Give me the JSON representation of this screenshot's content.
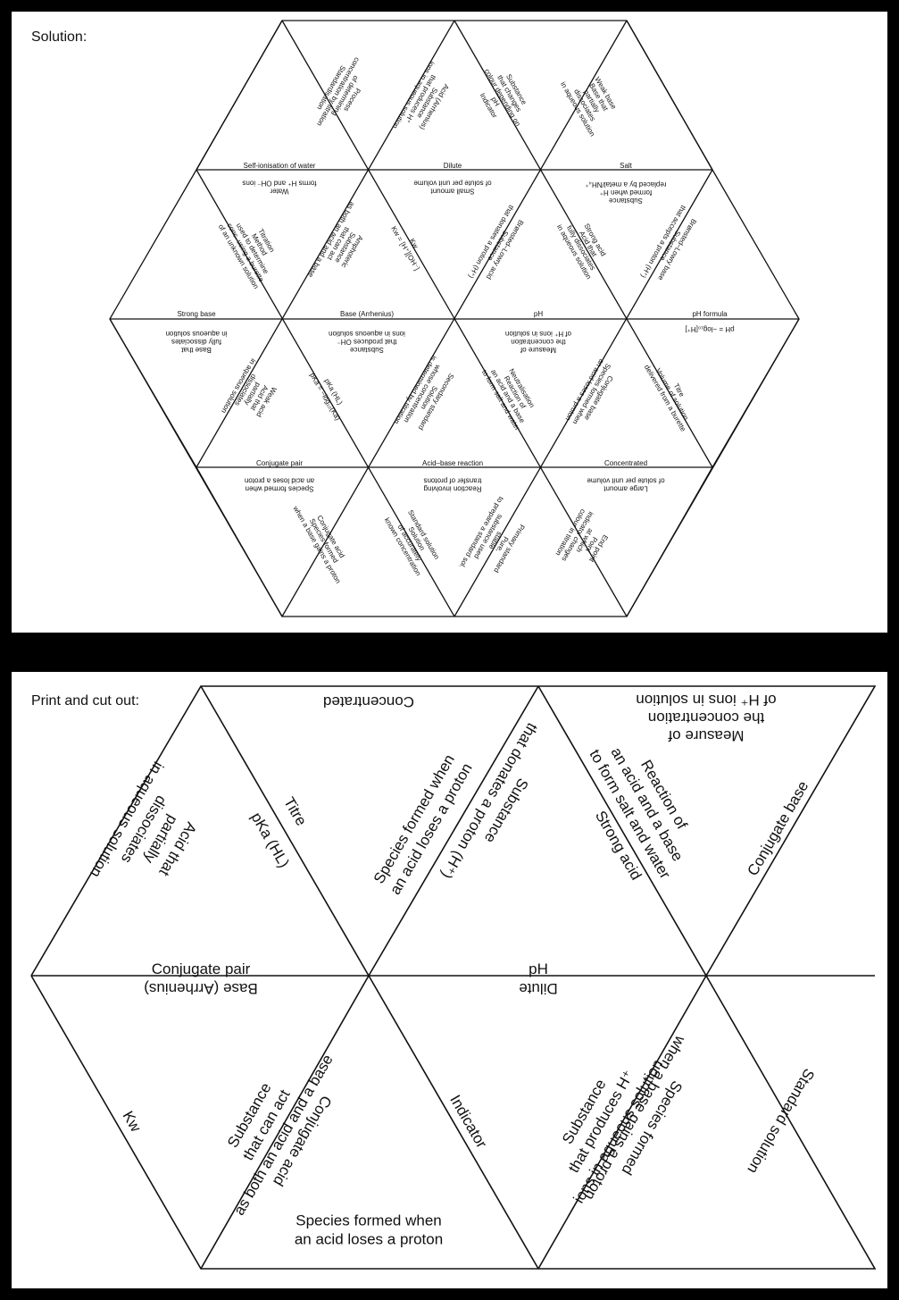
{
  "solution": {
    "title": "Solution:",
    "labels": [
      {
        "id": "s1",
        "text": [
          "Process",
          "of determining",
          "concentration by titration",
          "Standardisation"
        ]
      },
      {
        "id": "s2",
        "text": [
          "Acid (Arrhenius)",
          "Substance",
          "that produces H⁺",
          "ions in aqueous solution"
        ]
      },
      {
        "id": "s3",
        "text": [
          "Substance",
          "that changes",
          "colour depending on",
          "pH",
          "Indicator"
        ]
      },
      {
        "id": "s4",
        "text": [
          "Weak base",
          "Base that",
          "partially",
          "dissociates",
          "in aqueous solution"
        ]
      },
      {
        "id": "s5",
        "text": [
          "Self-ionisation of water"
        ]
      },
      {
        "id": "s6",
        "text": [
          "Dilute"
        ]
      },
      {
        "id": "s7",
        "text": [
          "Salt"
        ]
      },
      {
        "id": "s8",
        "text": [
          "Water",
          "forms H⁺ and OH⁻ ions"
        ]
      },
      {
        "id": "s9",
        "text": [
          "Small amount",
          "of solute per unit volume"
        ]
      },
      {
        "id": "s10",
        "text": [
          "Substance",
          "formed when H⁺",
          "replaced by a metal/NH₄⁺"
        ]
      },
      {
        "id": "s11",
        "text": [
          "Titration",
          "Method",
          "used to determine",
          "conc. using a burette",
          "of an unknown solution"
        ]
      },
      {
        "id": "s12",
        "text": [
          "Amphoteric",
          "Substance",
          "that can act",
          "as both an acid and a base"
        ]
      },
      {
        "id": "s13",
        "text": [
          "Kw",
          "Kw = [H⁺][OH⁻]"
        ]
      },
      {
        "id": "s14",
        "text": [
          "Brønsted–Lowry acid",
          "Substance",
          "that donates a proton (H⁺)"
        ]
      },
      {
        "id": "s15",
        "text": [
          "Strong acid",
          "Acid that",
          "fully dissociates",
          "in aqueous solution"
        ]
      },
      {
        "id": "s16",
        "text": [
          "Brønsted–Lowry base",
          "Substance",
          "that accepts a proton (H⁺)"
        ]
      },
      {
        "id": "s17",
        "text": [
          "Strong base"
        ]
      },
      {
        "id": "s18",
        "text": [
          "Base (Arrhenius)"
        ]
      },
      {
        "id": "s19",
        "text": [
          "pH"
        ]
      },
      {
        "id": "s20",
        "text": [
          "pH formula"
        ]
      },
      {
        "id": "s21",
        "text": [
          "Base that",
          "fully dissociates",
          "in aqueous solution"
        ]
      },
      {
        "id": "s22",
        "text": [
          "Substance",
          "that produces OH⁻",
          "ions in aqueous solution"
        ]
      },
      {
        "id": "s23",
        "text": [
          "Measure of",
          "the concentration",
          "of H⁺ ions in solution"
        ]
      },
      {
        "id": "s24",
        "text": [
          "pH = −log₁₀[H⁺]"
        ]
      },
      {
        "id": "s25",
        "text": [
          "Weak acid",
          "Acid that",
          "partially",
          "dissociates",
          "in aqueous solution"
        ]
      },
      {
        "id": "s26",
        "text": [
          "pKa (HL)",
          "pKa = −log₁₀(Ka)"
        ]
      },
      {
        "id": "s27",
        "text": [
          "Secondary standard",
          "Solution",
          "whose concentration",
          "is determined by titration"
        ]
      },
      {
        "id": "s28",
        "text": [
          "Neutralisation",
          "Reaction of",
          "an acid and a base",
          "to form salt and water"
        ]
      },
      {
        "id": "s29",
        "text": [
          "Conjugate base",
          "Species formed when",
          "an acid loses a proton"
        ]
      },
      {
        "id": "s30",
        "text": [
          "Titre",
          "Volume of solution",
          "delivered from a burette"
        ]
      },
      {
        "id": "s31",
        "text": [
          "Conjugate pair"
        ]
      },
      {
        "id": "s32",
        "text": [
          "Acid–base reaction"
        ]
      },
      {
        "id": "s33",
        "text": [
          "Concentrated"
        ]
      },
      {
        "id": "s34",
        "text": [
          "Species formed when",
          "an acid loses a proton"
        ]
      },
      {
        "id": "s35",
        "text": [
          "Reaction involving",
          "transfer of protons"
        ]
      },
      {
        "id": "s36",
        "text": [
          "Large amount",
          "of solute per unit volume"
        ]
      },
      {
        "id": "s37",
        "text": [
          "Conjugate acid",
          "Species formed",
          "when a base gains a proton"
        ]
      },
      {
        "id": "s38",
        "text": [
          "Standard solution",
          "Solution",
          "of accurately",
          "known concentration"
        ]
      },
      {
        "id": "s39",
        "text": [
          "Primary standard",
          "Pure,",
          "stable",
          "substance used",
          "to prepare a standard sol."
        ]
      },
      {
        "id": "s40",
        "text": [
          "End point",
          "Point",
          "at which",
          "indicator changes",
          "colour in titration"
        ]
      }
    ]
  },
  "cutout": {
    "title": "Print and cut out:",
    "labels": [
      {
        "id": "c1",
        "text": [
          "Concentrated"
        ]
      },
      {
        "id": "c2",
        "text": [
          "Measure of",
          "the concentration",
          "of H⁺ ions in solution"
        ]
      },
      {
        "id": "c3",
        "text": [
          "Acid that",
          "partially",
          "dissociates",
          "in aqueous solution"
        ]
      },
      {
        "id": "c4",
        "text": [
          "Titre"
        ]
      },
      {
        "id": "c5",
        "text": [
          "pKa (HL)"
        ]
      },
      {
        "id": "c6",
        "text": [
          "Species formed when",
          "an acid loses a proton"
        ]
      },
      {
        "id": "c7",
        "text": [
          "Substance",
          "that donates a proton (H⁺)"
        ]
      },
      {
        "id": "c8",
        "text": [
          "Reaction of",
          "an acid and a base",
          "to form salt and water"
        ]
      },
      {
        "id": "c9",
        "text": [
          "Strong acid"
        ]
      },
      {
        "id": "c10",
        "text": [
          "Conjugate base"
        ]
      },
      {
        "id": "c11",
        "text": [
          "Conjugate pair"
        ]
      },
      {
        "id": "c12",
        "text": [
          "pH"
        ]
      },
      {
        "id": "c13",
        "text": [
          "Base (Arrhenius)"
        ]
      },
      {
        "id": "c14",
        "text": [
          "Dilute"
        ]
      },
      {
        "id": "c15",
        "text": [
          "Kw"
        ]
      },
      {
        "id": "c16",
        "text": [
          "Substance",
          "that can act",
          "as both an acid and a base"
        ]
      },
      {
        "id": "c17",
        "text": [
          "Conjugate acid"
        ]
      },
      {
        "id": "c18",
        "text": [
          "Indicator"
        ]
      },
      {
        "id": "c19",
        "text": [
          "Substance",
          "that produces H⁺",
          "ions in aqueous solution"
        ]
      },
      {
        "id": "c20",
        "text": [
          "Species formed",
          "when a base gains a proton"
        ]
      },
      {
        "id": "c21",
        "text": [
          "Standard solution"
        ]
      },
      {
        "id": "c22",
        "text": [
          "Species formed when",
          "an acid loses a proton"
        ]
      }
    ]
  }
}
